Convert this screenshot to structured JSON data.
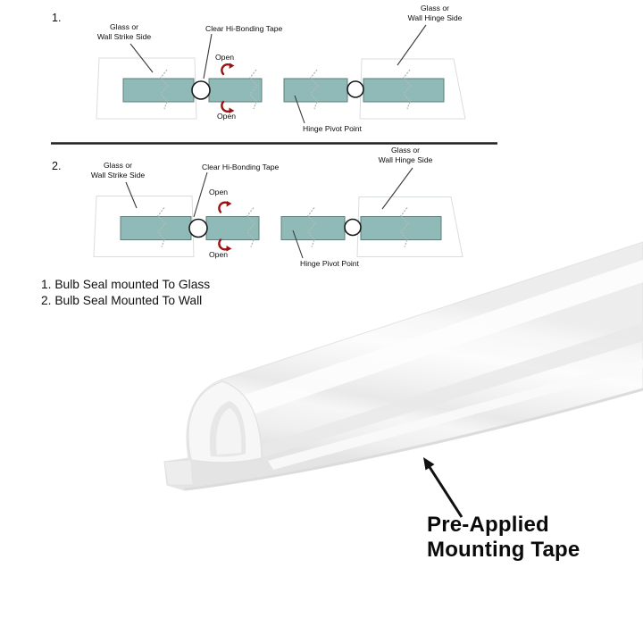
{
  "colors": {
    "glass_panel": "#8fbab7",
    "panel_border": "#5e7f7c",
    "open_arrow_red": "#9b1212",
    "line_dark": "#1f1f1f"
  },
  "diagram1": {
    "number": "1.",
    "glass_strike_line1": "Glass or",
    "glass_strike_line2": "Wall Strike Side",
    "tape_label": "Clear Hi-Bonding Tape",
    "open_top": "Open",
    "open_bottom": "Open",
    "hinge_pivot_label": "Hinge Pivot Point",
    "glass_hinge_line1": "Glass or",
    "glass_hinge_line2": "Wall Hinge Side"
  },
  "diagram2": {
    "number": "2.",
    "glass_strike_line1": "Glass or",
    "glass_strike_line2": "Wall Strike Side",
    "tape_label": "Clear Hi-Bonding Tape",
    "open_top": "Open",
    "open_bottom": "Open",
    "hinge_pivot_label": "Hinge Pivot Point",
    "glass_hinge_line1": "Glass or",
    "glass_hinge_line2": "Wall Hinge Side"
  },
  "caption_list": {
    "item1": "1. Bulb Seal mounted To Glass",
    "item2": "2. Bulb Seal Mounted To Wall"
  },
  "product": {
    "annotation_line1": "Pre-Applied",
    "annotation_line2": "Mounting Tape"
  }
}
